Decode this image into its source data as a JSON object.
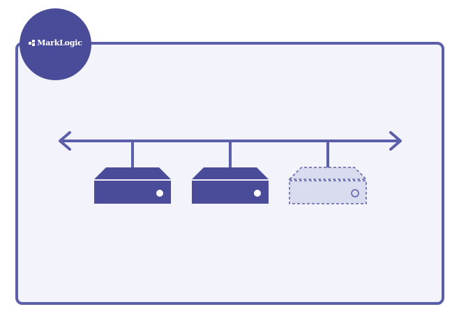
{
  "brand": {
    "logo_text": "MarkLogic",
    "logo_icon": "marklogic-logo-mark"
  },
  "colors": {
    "primary": "#4a4c99",
    "stroke": "#5b5ea8",
    "frame_fill": "#f2f3fb",
    "ghost_fill": "#d9dbef",
    "server_dot": "#ffffff"
  },
  "diagram": {
    "network": "bidirectional-network-bus",
    "servers": [
      {
        "name": "server-1",
        "state": "active"
      },
      {
        "name": "server-2",
        "state": "active"
      },
      {
        "name": "server-3",
        "state": "placeholder"
      }
    ]
  }
}
